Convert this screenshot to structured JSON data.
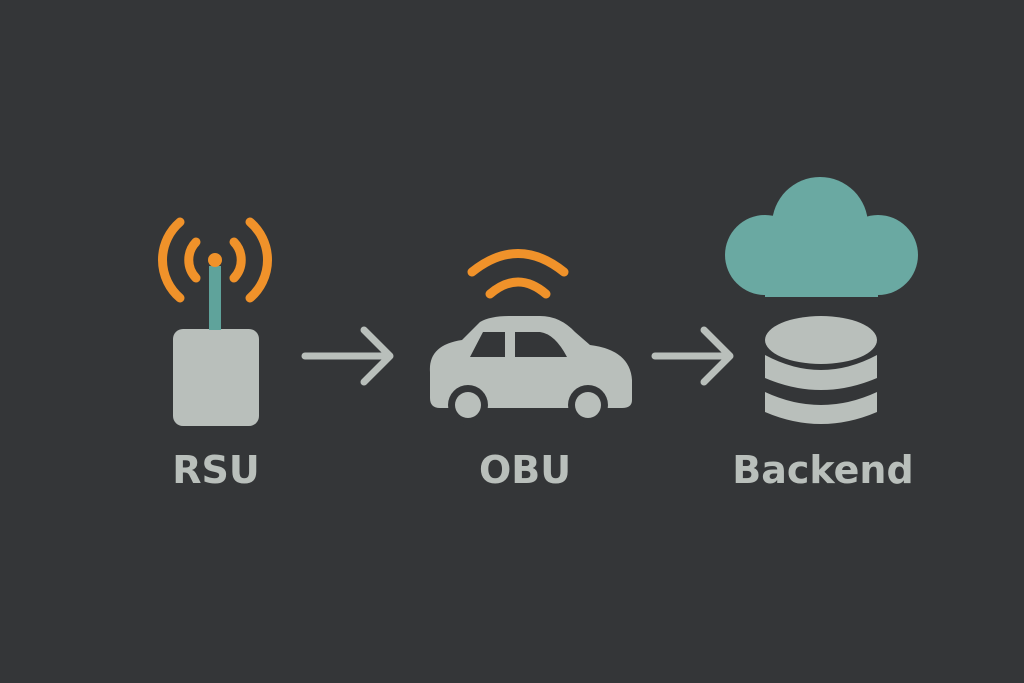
{
  "nodes": [
    {
      "label": "RSU"
    },
    {
      "label": "OBU"
    },
    {
      "label": "Backend"
    }
  ],
  "colors": {
    "background": "#343638",
    "device": "#b9bfbb",
    "signal": "#f0922a",
    "cloud": "#6aa9a2",
    "antenna": "#5fa39b"
  }
}
